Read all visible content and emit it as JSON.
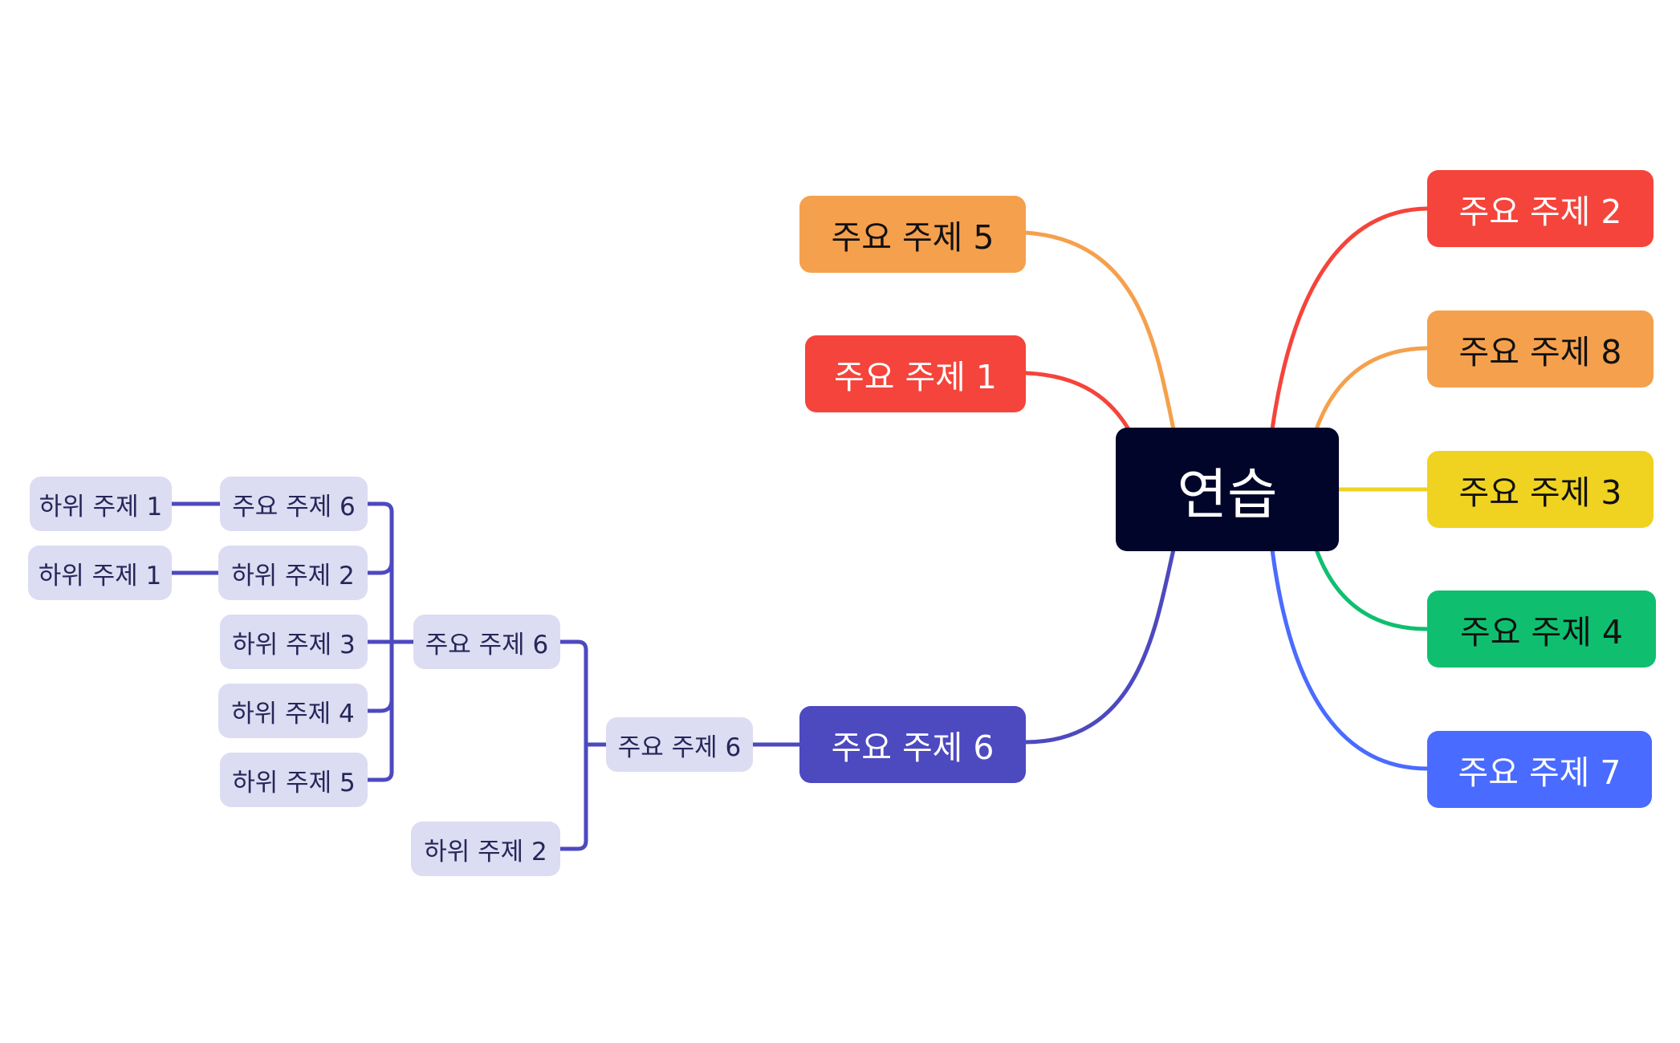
{
  "mindmap": {
    "central": {
      "label": "연습",
      "color": "#01052a",
      "text_color": "#ffffff"
    },
    "main_topics": [
      {
        "id": "m5",
        "label": "주요 주제 5",
        "color": "#f5a04d",
        "text_color": "#111111"
      },
      {
        "id": "m1",
        "label": "주요 주제 1",
        "color": "#f5443b",
        "text_color": "#ffffff"
      },
      {
        "id": "m6",
        "label": "주요 주제 6",
        "color": "#4d49bf",
        "text_color": "#ffffff"
      },
      {
        "id": "m2",
        "label": "주요 주제 2",
        "color": "#f5443b",
        "text_color": "#ffffff"
      },
      {
        "id": "m8",
        "label": "주요 주제 8",
        "color": "#f5a04d",
        "text_color": "#111111"
      },
      {
        "id": "m3",
        "label": "주요 주제 3",
        "color": "#f0d221",
        "text_color": "#111111"
      },
      {
        "id": "m4",
        "label": "주요 주제 4",
        "color": "#0fbf6f",
        "text_color": "#111111"
      },
      {
        "id": "m7",
        "label": "주요 주제 7",
        "color": "#4a6bff",
        "text_color": "#ffffff"
      }
    ],
    "sub_topics": [
      {
        "id": "a",
        "label": "주요 주제 6",
        "parent": "m6"
      },
      {
        "id": "b",
        "label": "주요 주제 6",
        "parent": "a"
      },
      {
        "id": "c",
        "label": "하위 주제 2",
        "parent": "a"
      },
      {
        "id": "d",
        "label": "주요 주제 6",
        "parent": "b"
      },
      {
        "id": "e",
        "label": "하위 주제 2",
        "parent": "b"
      },
      {
        "id": "f",
        "label": "하위 주제 3",
        "parent": "b"
      },
      {
        "id": "g",
        "label": "하위 주제 4",
        "parent": "b"
      },
      {
        "id": "h",
        "label": "하위 주제 5",
        "parent": "b"
      },
      {
        "id": "i",
        "label": "하위 주제 1",
        "parent": "d"
      },
      {
        "id": "j",
        "label": "하위 주제 1",
        "parent": "e"
      }
    ],
    "branch_color": "#4d49bf"
  }
}
